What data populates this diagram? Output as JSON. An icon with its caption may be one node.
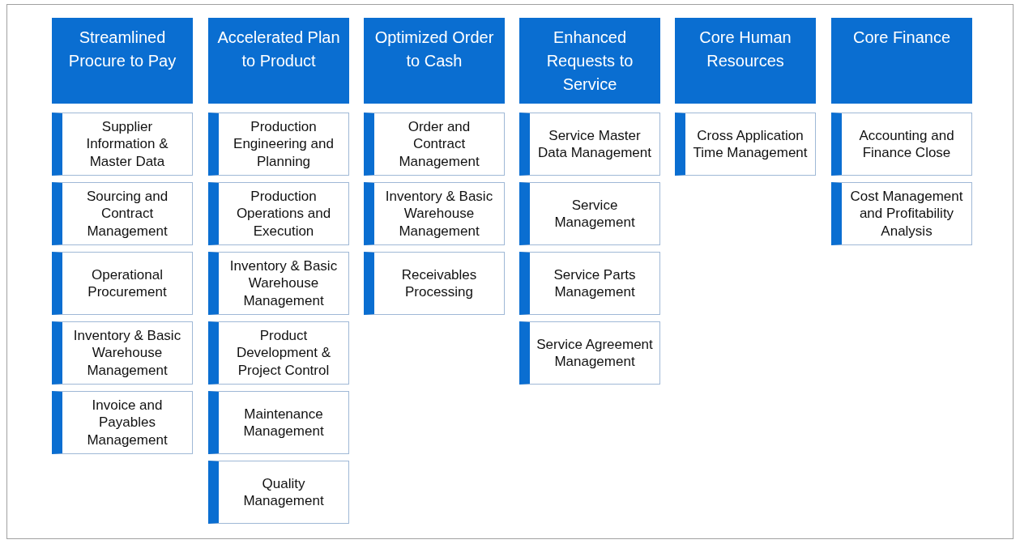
{
  "diagram": {
    "nodes": [
      {
        "text": [
          "Streamlined Procure to Pay"
        ]
      },
      {
        "text": [
          "Supplier Information & Master Data"
        ]
      },
      {
        "text": [
          "Sourcing and Contract Management"
        ]
      },
      {
        "text": [
          "Operational Procurement"
        ]
      },
      {
        "text": [
          "Inventory & Basic Warehouse Management"
        ]
      },
      {
        "text": [
          "Invoice and Payables Management"
        ]
      },
      {
        "text": [
          "Accelerated Plan to Product"
        ]
      },
      {
        "text": [
          "Production Engineering and Planning"
        ]
      },
      {
        "text": [
          "Production Operations and Execution"
        ]
      },
      {
        "text": [
          "Inventory & Basic Warehouse Management"
        ]
      },
      {
        "text": [
          "Product Development & Project Control"
        ]
      },
      {
        "text": [
          "Maintenance Management"
        ]
      },
      {
        "text": [
          "Quality Management"
        ]
      },
      {
        "text": [
          "Optimized Order to Cash"
        ]
      },
      {
        "text": [
          "Order and Contract Management"
        ]
      },
      {
        "text": [
          "Inventory & Basic Warehouse Management"
        ]
      },
      {
        "text": [
          "Receivables Processing"
        ]
      },
      {
        "text": [
          "Enhanced Requests to Service"
        ]
      },
      {
        "text": [
          "Service Master Data Management"
        ]
      },
      {
        "text": [
          "Service Management"
        ]
      },
      {
        "text": [
          "Service Parts Management"
        ]
      },
      {
        "text": [
          "Service Agreement Management"
        ]
      },
      {
        "text": [
          "Core Human Resources"
        ]
      },
      {
        "text": [
          "Cross Application Time Management"
        ]
      },
      {
        "text": [
          "Core Finance"
        ]
      },
      {
        "text": [
          "Accounting and Finance Close"
        ]
      },
      {
        "text": [
          "Cost Management and Profitability Analysis"
        ]
      }
    ],
    "edges": []
  }
}
